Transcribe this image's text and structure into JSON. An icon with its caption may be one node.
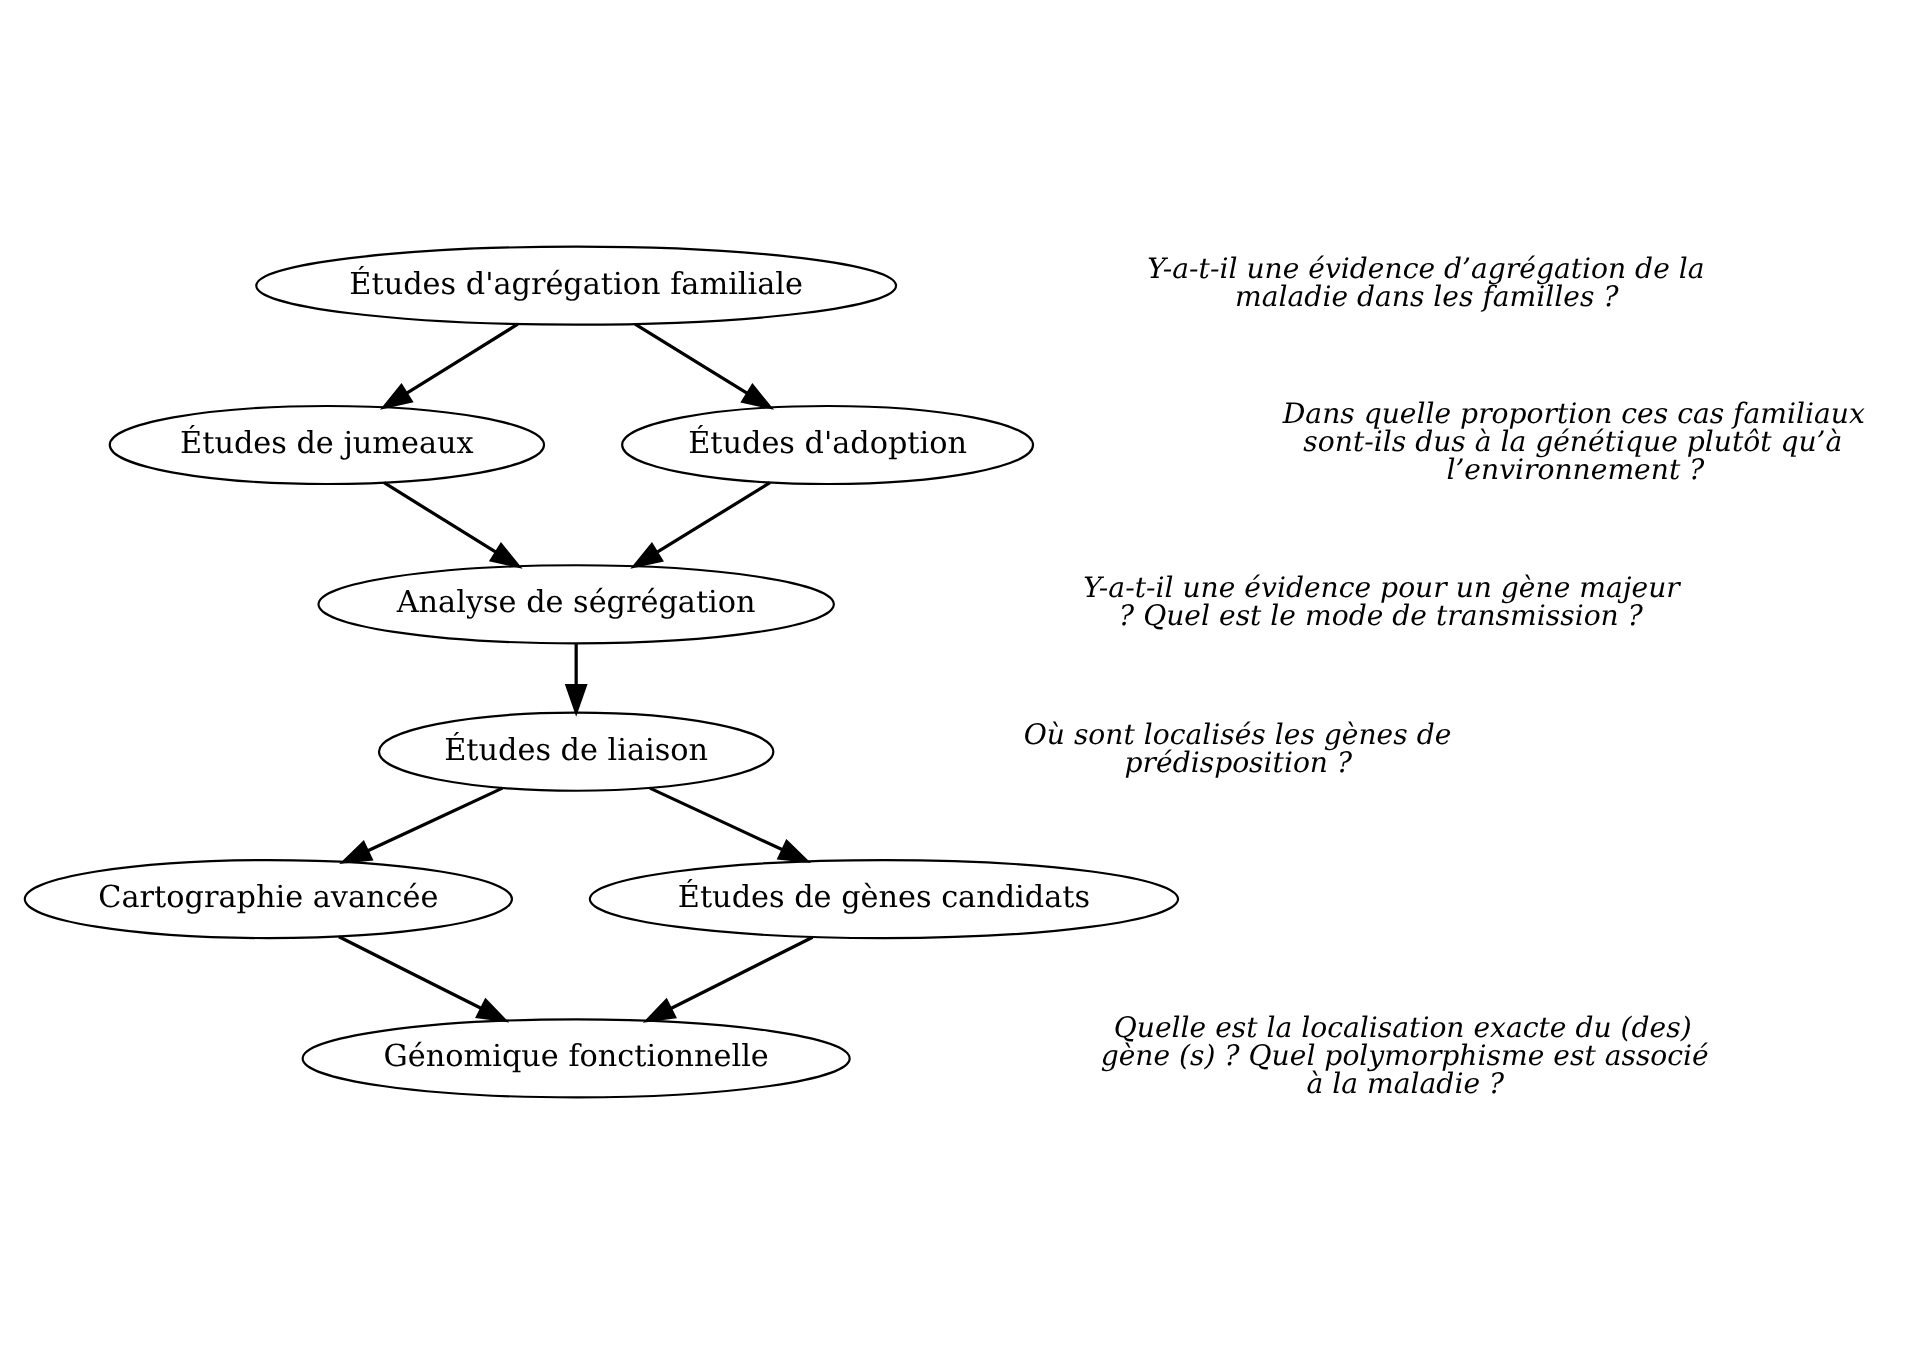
{
  "diagram": {
    "nodes": [
      {
        "text": [
          "Études d'agrégation familiale"
        ]
      },
      {
        "text": [
          "Études de jumeaux"
        ]
      },
      {
        "text": [
          "Études d'adoption"
        ]
      },
      {
        "text": [
          "Analyse de ségrégation"
        ]
      },
      {
        "text": [
          "Études de liaison"
        ]
      },
      {
        "text": [
          "Cartographie avancée"
        ]
      },
      {
        "text": [
          "Études de gènes candidats"
        ]
      },
      {
        "text": [
          "Génomique fonctionnelle"
        ]
      }
    ],
    "edges": [
      {
        "from": 0,
        "to": 1,
        "arrow": "to"
      },
      {
        "from": 0,
        "to": 2,
        "arrow": "to"
      },
      {
        "from": 1,
        "to": 3,
        "arrow": "to"
      },
      {
        "from": 2,
        "to": 3,
        "arrow": "to"
      },
      {
        "from": 3,
        "to": 4,
        "arrow": "to"
      },
      {
        "from": 4,
        "to": 5,
        "arrow": "to"
      },
      {
        "from": 4,
        "to": 6,
        "arrow": "to"
      },
      {
        "from": 5,
        "to": 7,
        "arrow": "to"
      },
      {
        "from": 6,
        "to": 7,
        "arrow": "to"
      }
    ],
    "labels": [
      "Y-a-t-il une évidence d’agrégation de la maladie dans les familles ?",
      "Dans quelle proportion ces cas familiaux sont-ils dus à la génétique plutôt qu’à l’environnement ?",
      "Y-a-t-il une évidence pour un gène majeur ? Quel est le mode de transmission ?",
      "Où sont localisés les gènes de prédisposition ?",
      "Quelle est la localisation exacte du (des) gène (s) ? Quel polymorphisme est associé à la maladie ?"
    ]
  }
}
